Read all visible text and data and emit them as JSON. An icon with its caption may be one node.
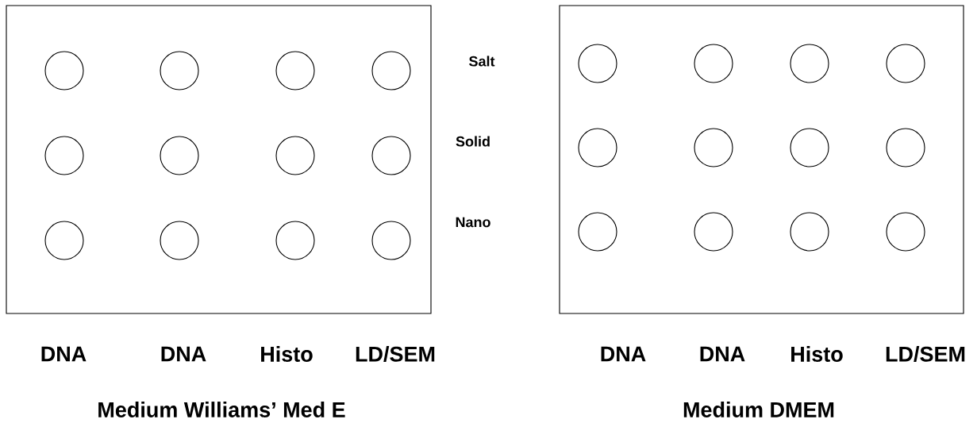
{
  "diagram": {
    "nodes": [
      {
        "text": [],
        "shape": "box"
      },
      {
        "text": [],
        "shape": "circle",
        "in": 0
      },
      {
        "text": [],
        "shape": "circle",
        "in": 0
      },
      {
        "text": [],
        "shape": "circle",
        "in": 0
      },
      {
        "text": [],
        "shape": "circle",
        "in": 0
      },
      {
        "text": [],
        "shape": "circle",
        "in": 0
      },
      {
        "text": [],
        "shape": "circle",
        "in": 0
      },
      {
        "text": [],
        "shape": "circle",
        "in": 0
      },
      {
        "text": [],
        "shape": "circle",
        "in": 0
      },
      {
        "text": [],
        "shape": "circle",
        "in": 0
      },
      {
        "text": [],
        "shape": "circle",
        "in": 0
      },
      {
        "text": [],
        "shape": "circle",
        "in": 0
      },
      {
        "text": [],
        "shape": "circle",
        "in": 0
      },
      {
        "text": [],
        "shape": "box"
      },
      {
        "text": [],
        "shape": "circle",
        "in": 13
      },
      {
        "text": [],
        "shape": "circle",
        "in": 13
      },
      {
        "text": [],
        "shape": "circle",
        "in": 13
      },
      {
        "text": [],
        "shape": "circle",
        "in": 13
      },
      {
        "text": [],
        "shape": "circle",
        "in": 13
      },
      {
        "text": [],
        "shape": "circle",
        "in": 13
      },
      {
        "text": [],
        "shape": "circle",
        "in": 13
      },
      {
        "text": [],
        "shape": "circle",
        "in": 13
      },
      {
        "text": [],
        "shape": "circle",
        "in": 13
      },
      {
        "text": [],
        "shape": "circle",
        "in": 13
      },
      {
        "text": [],
        "shape": "circle",
        "in": 13
      },
      {
        "text": [],
        "shape": "circle",
        "in": 13
      }
    ],
    "labels": [
      "Salt",
      "Solid",
      "Nano",
      "DNA",
      "DNA",
      "Histo",
      "LD/SEM",
      "DNA",
      "DNA",
      "Histo",
      "LD/SEM",
      "Medium Williams’ Med E",
      "Medium DMEM"
    ]
  }
}
